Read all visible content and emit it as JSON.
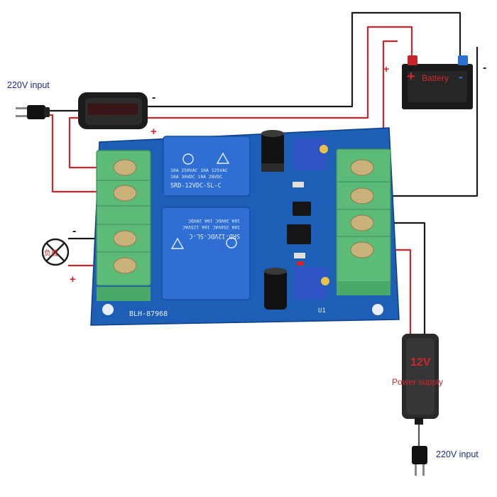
{
  "labels": {
    "input_top": "220V input",
    "input_bottom": "220V input",
    "battery": "Battery",
    "power_supply_voltage": "12V",
    "power_supply": "Power supply",
    "load": "负载",
    "plus": "+",
    "minus": "-"
  },
  "board": {
    "model": "BLH-87968",
    "ref": "U1",
    "relay_top": {
      "line1": "10A 250VAC  10A 125VAC",
      "line2": "10A  30VDC  10A  28VDC",
      "model": "SRD-12VDC-SL-C"
    },
    "relay_bottom": {
      "line1": "10A 250VAC  10A 125VAC",
      "line2": "10A  30VDC  10A  28VDC",
      "model": "SRD-12VDC-SL-C"
    }
  },
  "colors": {
    "wire_red": "#d0262b",
    "wire_black": "#1a1a1a",
    "board_blue": "#1d5fb6",
    "terminal_green": "#5dbb7a",
    "relay_blue": "#2f6fd3",
    "text_blue": "#1f2a8c",
    "label_red": "#d0262b"
  }
}
